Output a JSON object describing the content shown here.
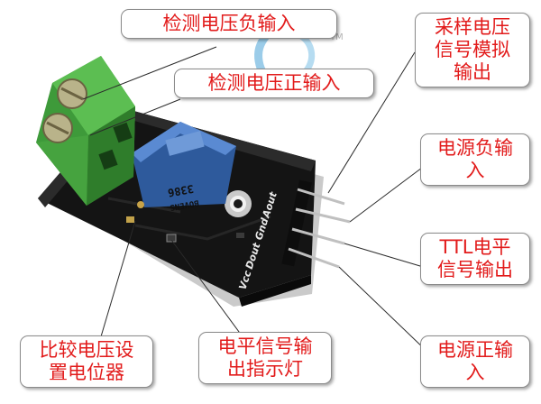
{
  "callouts": {
    "neg_input": "检测电压负输入",
    "pos_input": "检测电压正输入",
    "sample_out": [
      "采样电压",
      "信号模拟",
      "输出"
    ],
    "gnd_in": [
      "电源负输",
      "入"
    ],
    "ttl_out": [
      "TTL电平",
      "信号输出"
    ],
    "vcc_in": [
      "电源正输",
      "入"
    ],
    "comparator_pot": [
      "比较电压设",
      "置电位器"
    ],
    "indicator_led": [
      "电平信号输",
      "出指示灯"
    ]
  },
  "board": {
    "pin_labels": [
      "Vcc",
      "Dout",
      "Gnd",
      "Aout"
    ],
    "pot_markings": [
      "3386",
      "BOVENS"
    ],
    "trademark": "TM"
  },
  "colors": {
    "callout_text": "#e21b1b",
    "terminal_green": "#3e9a3a",
    "pcb_black": "#141414",
    "pot_blue": "#3f6fb8"
  }
}
